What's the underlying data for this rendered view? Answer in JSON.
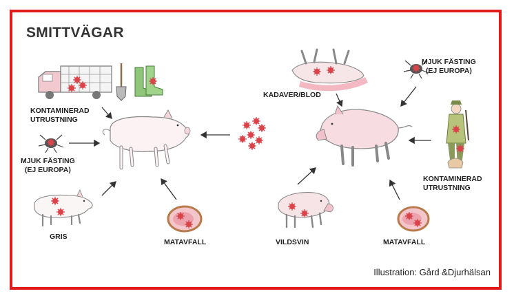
{
  "title": "SMITTVÄGAR",
  "credit": "Illustration: Gård &Djurhälsan",
  "colors": {
    "frame": "#e01b1b",
    "virus": "#d8444a",
    "arrow": "#333333"
  },
  "labels": {
    "left_equipment": [
      "KONTAMINERAD",
      "UTRUSTNING"
    ],
    "left_tick": [
      "MJUK FÄSTING",
      "(ej Europa)"
    ],
    "left_pig": "GRIS",
    "left_food": "MATAVFALL",
    "right_carcass": "KADAVER/BLOD",
    "right_tick": [
      "MJUK FÄSTING",
      "(ej Europa)"
    ],
    "right_equipment": [
      "KONTAMINERAD",
      "UTRUSTNING"
    ],
    "right_boar": "VILDSVIN",
    "right_food": "MATAVFALL"
  },
  "icons": [
    "truck-icon",
    "shovel-icon",
    "boots-icon",
    "tick-icon",
    "pig-icon",
    "food-waste-icon",
    "carcass-icon",
    "wild-boar-icon",
    "hunter-icon",
    "virus-icon"
  ]
}
